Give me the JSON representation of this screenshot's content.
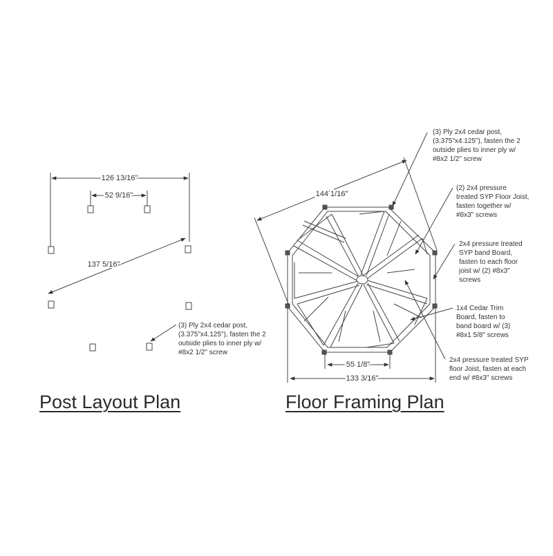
{
  "post_layout_plan": {
    "title": "Post Layout Plan",
    "dim_overall": "126 13/16\"",
    "dim_inner": "52 9/16\"",
    "dim_diagonal": "137 5/16\"",
    "post_note": "(3) Ply 2x4 cedar post,\n(3.375\"x4.125\"), fasten the 2\noutside plies to inner ply w/\n#8x2 1/2\" screw"
  },
  "floor_framing_plan": {
    "title": "Floor Framing Plan",
    "dim_diagonal": "144 1/16\"",
    "dim_side": "55 1/8\"",
    "dim_overall": "133 3/16\"",
    "notes": {
      "post": "(3) Ply 2x4 cedar post,\n(3.375\"x4.125\"), fasten the 2\noutside plies to inner ply w/\n#8x2 1/2\" screw",
      "joist": "(2) 2x4 pressure\ntreated SYP Floor Joist,\nfasten together w/\n#8x3\" screws",
      "band": "2x4 pressure treated\nSYP band Board,\nfasten to each floor\njoist w/ (2) #8x3\"\nscrews",
      "trim": "1x4 Cedar Trim\nBoard, fasten to\nband board w/ (3)\n#8x1 5/8\" screws",
      "floor_joist": "2x4 pressure treated SYP\nfloor Joist, fasten at each\nend w/ #8x3\" screws"
    }
  }
}
